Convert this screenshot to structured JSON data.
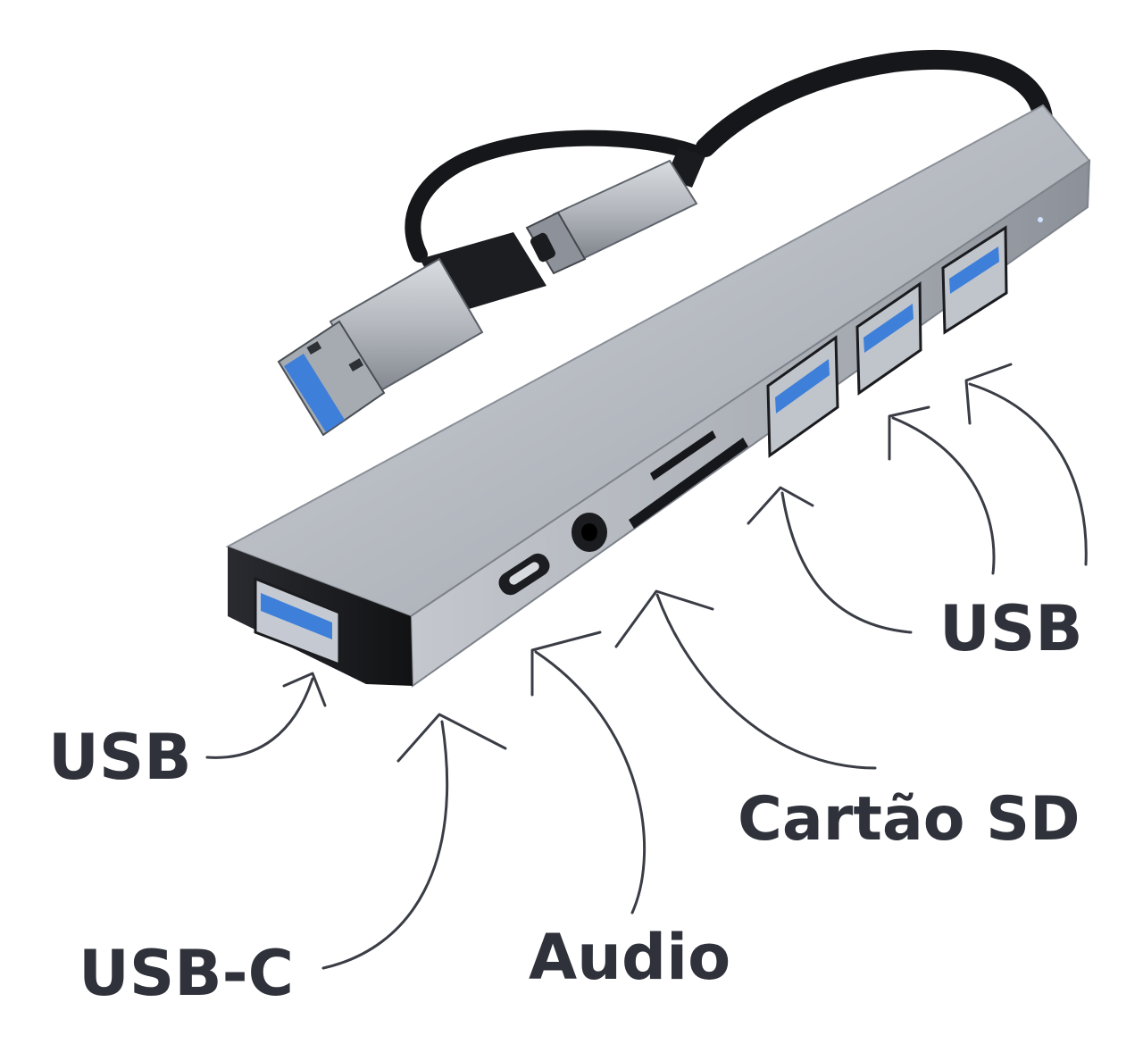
{
  "colors": {
    "background": "#ffffff",
    "label_text": "#2f323b",
    "arrow_stroke": "#3a3d45",
    "hub_body": "#b9bdc4",
    "usb_port_insert": "#3d7fd9",
    "port_socket": "#1c1d21"
  },
  "product": {
    "type": "usb-c hub with usb-a adapter",
    "ports": [
      {
        "label": "USB",
        "icon": "usb-a-port-icon"
      },
      {
        "label": "USB-C",
        "icon": "usb-c-port-icon"
      },
      {
        "label": "Audio",
        "icon": "audio-jack-icon"
      },
      {
        "label": "Cartão SD",
        "icon": "sd-card-slot-icon"
      },
      {
        "label": "USB",
        "icon": "usb-a-port-icon"
      }
    ]
  }
}
